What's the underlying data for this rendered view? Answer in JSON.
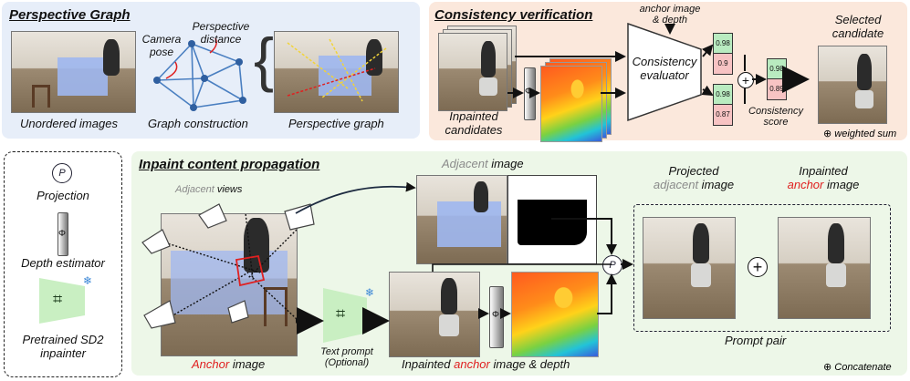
{
  "panels": {
    "perspective": {
      "title": "Perspective Graph",
      "unordered": "Unordered images",
      "camera_pose": "Camera\npose",
      "perspective_distance": "Perspective\ndistance",
      "graph_construction": "Graph construction",
      "perspective_graph": "Perspective graph"
    },
    "consistency": {
      "title": "Consistency verification",
      "anchor_depth": "anchor image\n& depth",
      "selected": "Selected\ncandidate",
      "evaluator": "Consistency\nevaluator",
      "inpainted_candidates": "Inpainted\ncandidates",
      "score_label": "Consistency\nscore",
      "weighted_sum": "weighted sum",
      "scores_top": [
        "0.98",
        "0.9"
      ],
      "scores_bottom": [
        "0.98",
        "0.87"
      ],
      "final": [
        "0.98",
        "0.89"
      ],
      "phi": "Φ"
    },
    "legend": {
      "projection": "Projection",
      "projection_symbol": "P",
      "depth_estimator": "Depth estimator",
      "phi": "Φ",
      "pretrained": "Pretrained SD2\ninpainter"
    },
    "propagation": {
      "title": "Inpaint content propagation",
      "adjacent_image_a": "Adjacent",
      "adjacent_image_b": " image",
      "adjacent_views_a": "Adjacent",
      "adjacent_views_b": " views",
      "anchor_image_a": "Anchor",
      "anchor_image_b": " image",
      "text_prompt": "Text prompt\n(Optional)",
      "inpainted_anchor_a": "Inpainted ",
      "inpainted_anchor_b": "anchor",
      "inpainted_anchor_c": " image & depth",
      "projected_1": "Projected",
      "projected_2": "adjacent",
      "projected_3": " image",
      "inpainted_1": "Inpainted",
      "inpainted_2": "anchor",
      "inpainted_3": " image",
      "prompt_pair": "Prompt pair",
      "concatenate": "Concatenate",
      "p_symbol": "P",
      "phi": "Φ"
    }
  },
  "colors": {
    "blue_panel": "#e7eef9",
    "peach_panel": "#fbe8dc",
    "green_panel": "#edf7e8",
    "accent_red": "#e02020"
  }
}
